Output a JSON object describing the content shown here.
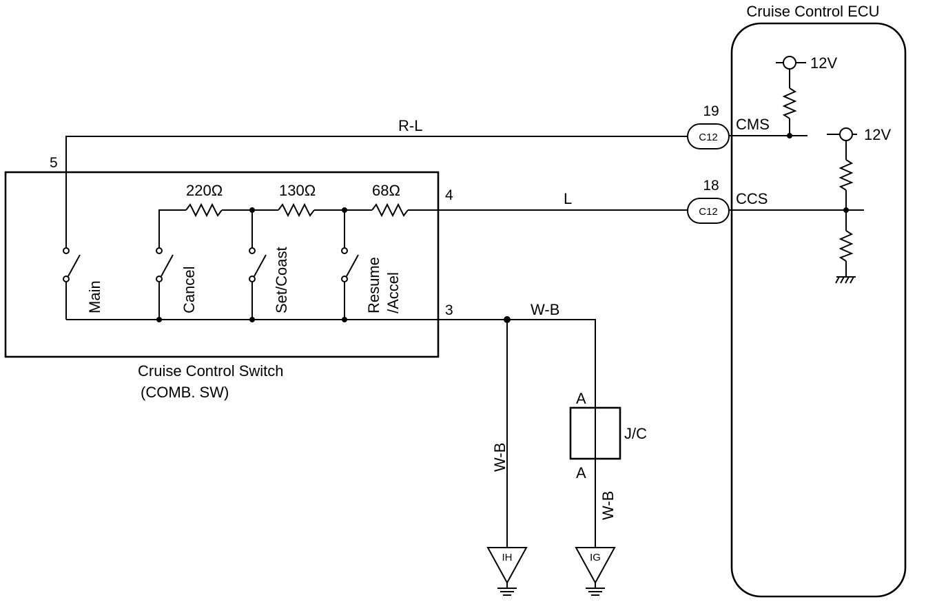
{
  "ecu": {
    "title": "Cruise Control ECU",
    "supply1": "12V",
    "supply2": "12V",
    "terminal_cms": "CMS",
    "terminal_ccs": "CCS"
  },
  "connectors": [
    {
      "pin": "19",
      "code": "C12"
    },
    {
      "pin": "18",
      "code": "C12"
    }
  ],
  "switch_box": {
    "title": "Cruise Control Switch",
    "subtitle": "(COMB. SW)",
    "pin_5": "5",
    "pin_4": "4",
    "pin_3": "3",
    "resistors": [
      "220Ω",
      "130Ω",
      "68Ω"
    ],
    "switches": [
      "Main",
      "Cancel",
      "Set/Coast",
      "Resume",
      "/Accel"
    ]
  },
  "wires": {
    "rl": "R-L",
    "l": "L",
    "wb_top": "W-B",
    "wb_left": "W-B",
    "wb_right": "W-B"
  },
  "jc": {
    "label": "J/C",
    "pin_top": "A",
    "pin_bottom": "A"
  },
  "grounds": [
    "IH",
    "IG"
  ]
}
